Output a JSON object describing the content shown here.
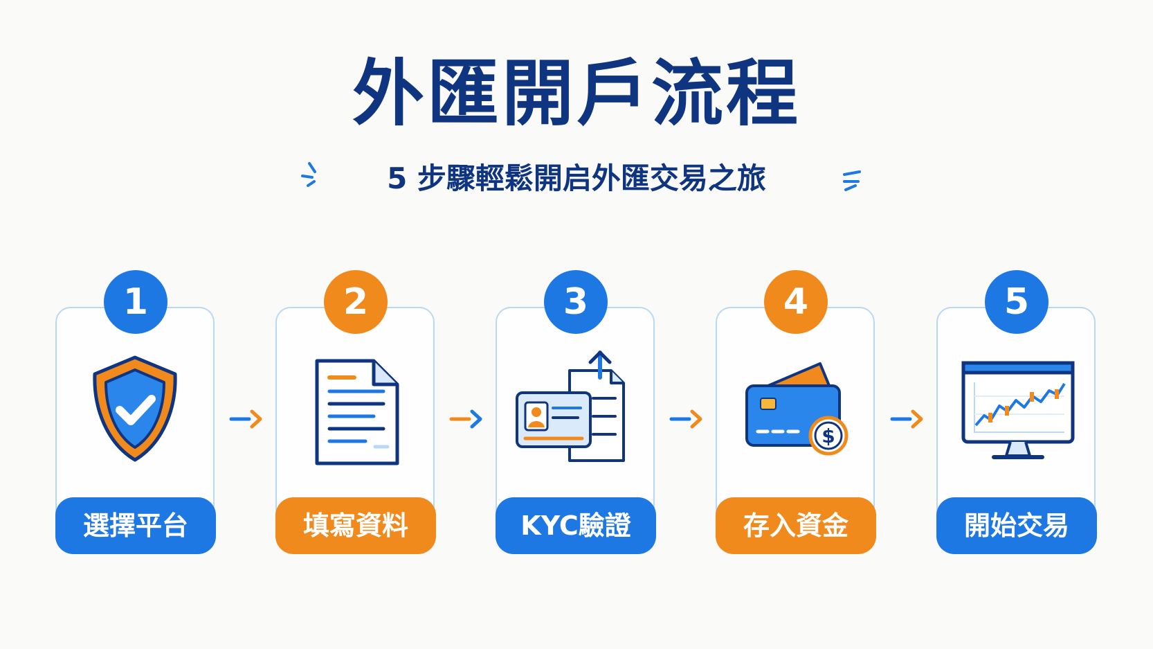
{
  "title": "外匯開戶流程",
  "subtitle": "5 步驟輕鬆開启外匯交易之旅",
  "colors": {
    "navy": "#0f3580",
    "blue": "#1e78e4",
    "orange": "#f08a1c",
    "card_border": "#b9d8f5"
  },
  "steps": [
    {
      "number": "1",
      "label": "選擇平台",
      "icon": "shield-check-icon",
      "color": "blue"
    },
    {
      "number": "2",
      "label": "填寫資料",
      "icon": "document-icon",
      "color": "orange"
    },
    {
      "number": "3",
      "label": "KYC驗證",
      "icon": "id-card-checklist-upload-icon",
      "color": "blue"
    },
    {
      "number": "4",
      "label": "存入資金",
      "icon": "credit-card-dollar-icon",
      "color": "orange"
    },
    {
      "number": "5",
      "label": "開始交易",
      "icon": "trading-monitor-icon",
      "color": "blue"
    }
  ]
}
